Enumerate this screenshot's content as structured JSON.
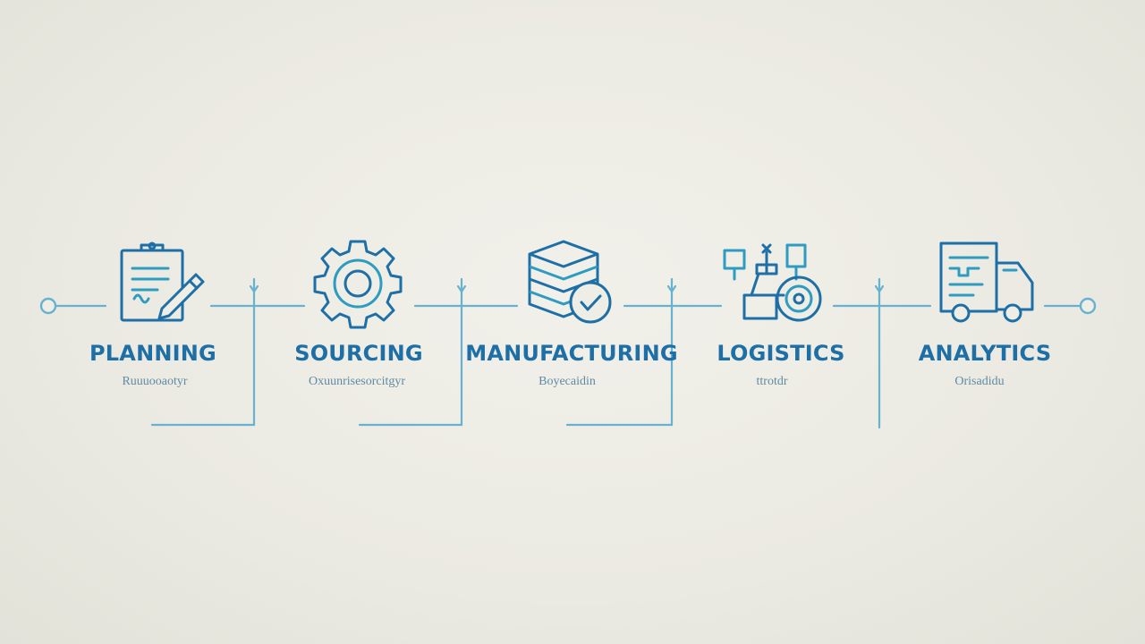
{
  "colors": {
    "primary": "#1e6fa6",
    "secondary": "#2d9cc0",
    "line": "#67b3cf",
    "subtext": "#5f8aa4"
  },
  "steps": [
    {
      "title": "PLANNING",
      "subtitle": "Ruuuooaotyr",
      "icon": "clipboard-pencil-icon"
    },
    {
      "title": "SOURCING",
      "subtitle": "Oxuunrisesorcitgyr",
      "icon": "gear-icon"
    },
    {
      "title": "MANUFACTURING",
      "subtitle": "Boyecaidin",
      "icon": "database-check-icon"
    },
    {
      "title": "LOGISTICS",
      "subtitle": "ttrotdr",
      "icon": "warehouse-robot-icon"
    },
    {
      "title": "ANALYTICS",
      "subtitle": "Orisadidu",
      "icon": "delivery-truck-icon"
    }
  ]
}
